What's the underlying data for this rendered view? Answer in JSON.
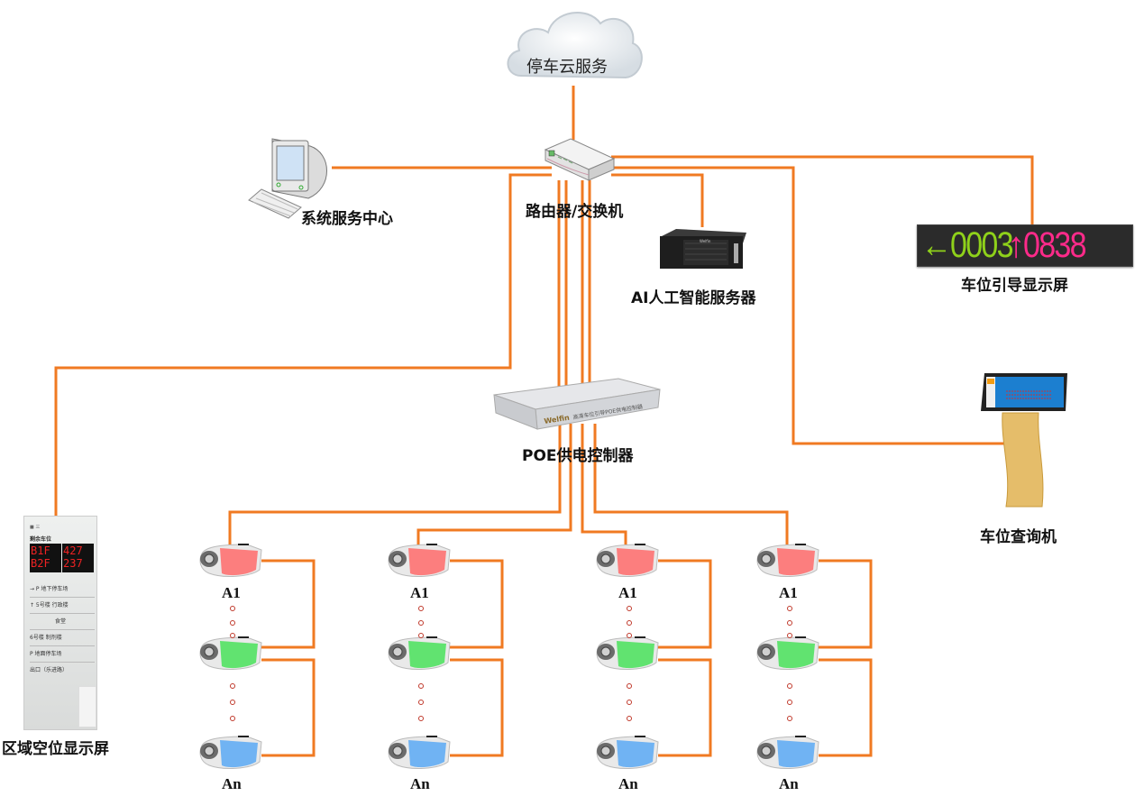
{
  "title": "停车云服务系统拓扑",
  "wire_color": "#f07a22",
  "nodes": {
    "cloud": {
      "label": "停车云服务",
      "icon": "cloud-icon"
    },
    "router": {
      "label": "路由器/交换机",
      "icon": "router-icon"
    },
    "service_center": {
      "label": "系统服务中心",
      "icon": "computer-icon"
    },
    "ai_server": {
      "label": "AI人工智能服务器",
      "icon": "server-icon"
    },
    "guide_screen": {
      "label": "车位引导显示屏",
      "icon": "led-display-icon",
      "left_arrow": "←",
      "left_value": "0003",
      "up_arrow": "↑",
      "right_value": "0838",
      "left_color": "#8fd11a",
      "right_color": "#ff2a8a"
    },
    "kiosk": {
      "label": "车位查询机",
      "icon": "kiosk-icon"
    },
    "poe": {
      "label": "POE供电控制器",
      "panel_text": "高清车位引导POE供电控制器",
      "brand": "Welfin",
      "icon": "poe-controller-icon"
    },
    "zone_screen": {
      "label": "区域空位显示屏",
      "icon": "zone-display-icon",
      "header": "剩余车位",
      "rows": [
        {
          "floor": "B1F",
          "count": "427"
        },
        {
          "floor": "B2F",
          "count": "237"
        }
      ],
      "signs": [
        "→ P 地下停车场",
        "↑ 5号楼 行政楼",
        "食堂",
        "6号楼 制剂楼",
        "P 地面停车场",
        "出口（乐进路）"
      ]
    }
  },
  "camera_columns": [
    {
      "first_label": "A1",
      "last_label": "An"
    },
    {
      "first_label": "A1",
      "last_label": "An"
    },
    {
      "first_label": "A1",
      "last_label": "An"
    },
    {
      "first_label": "A1",
      "last_label": "An"
    }
  ],
  "camera_colors": {
    "occupied": "#ff6b6b",
    "free": "#49e25a",
    "reserved": "#5aa9f5"
  }
}
